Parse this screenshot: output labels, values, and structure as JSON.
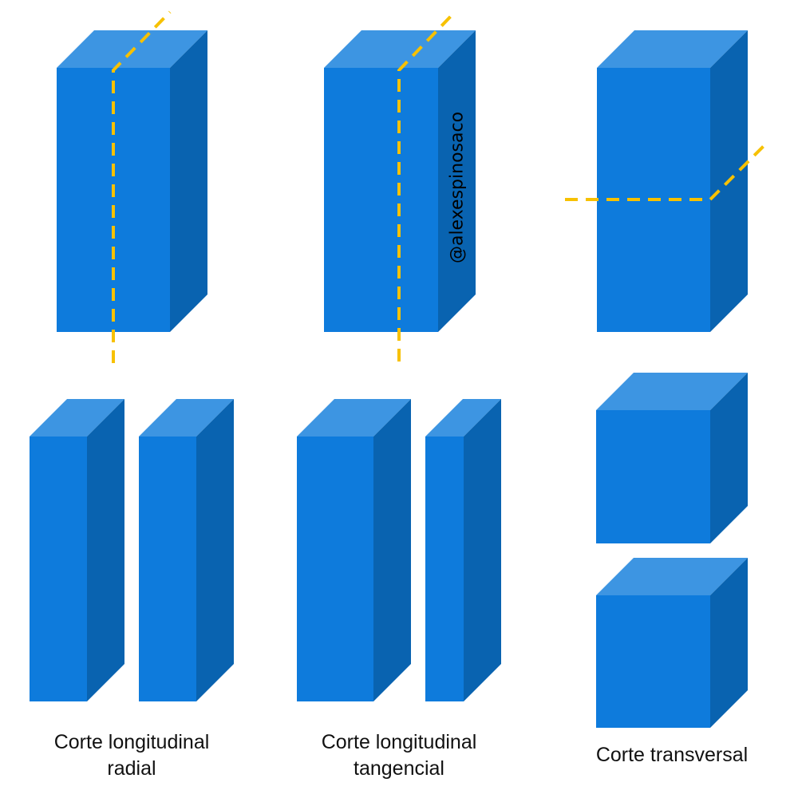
{
  "title": "Tipos de corte de la madera",
  "watermark": "@alexespinosaco",
  "labels": {
    "radial_line1": "Corte longitudinal",
    "radial_line2": "radial",
    "tangencial_line1": "Corte longitudinal",
    "tangencial_line2": "tangencial",
    "transversal": "Corte transversal"
  },
  "colors": {
    "front": "#0e7bdc",
    "top": "#3d95e2",
    "side": "#0963b0",
    "cut_line": "#f7c100"
  }
}
